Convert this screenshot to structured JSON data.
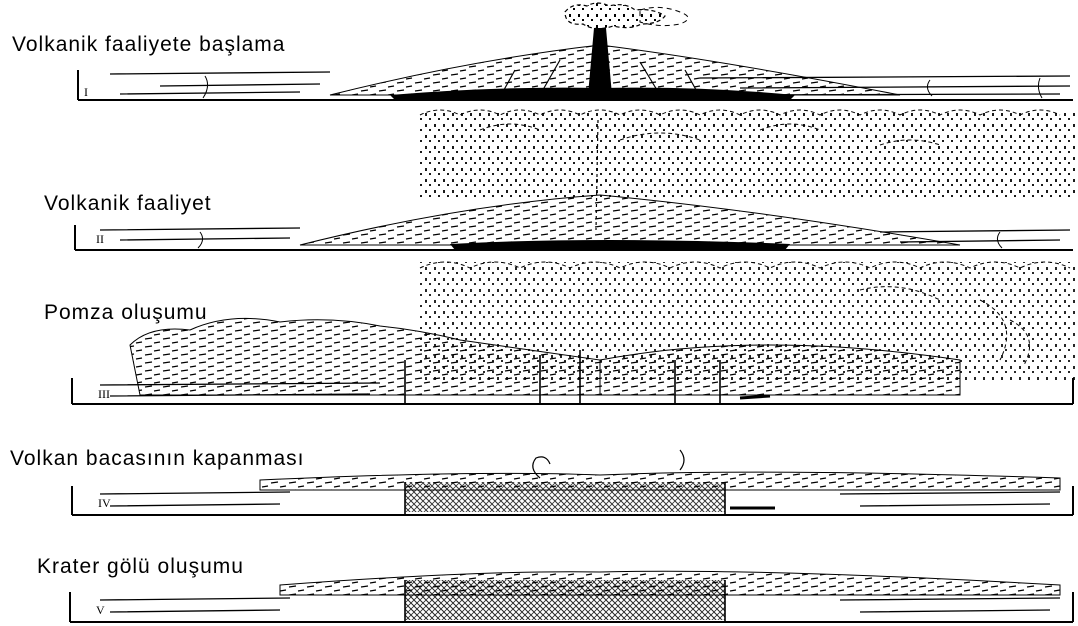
{
  "stages": [
    {
      "label": "Volkanik faaliyete başlama",
      "numeral": "I"
    },
    {
      "label": "Volkanik faaliyet",
      "numeral": "II"
    },
    {
      "label": "Pomza oluşumu",
      "numeral": "III"
    },
    {
      "label": "Volkan bacasının kapanması",
      "numeral": "IV"
    },
    {
      "label": "Krater gölü oluşumu",
      "numeral": "V"
    }
  ],
  "colors": {
    "ink": "#000000",
    "background": "#ffffff"
  }
}
